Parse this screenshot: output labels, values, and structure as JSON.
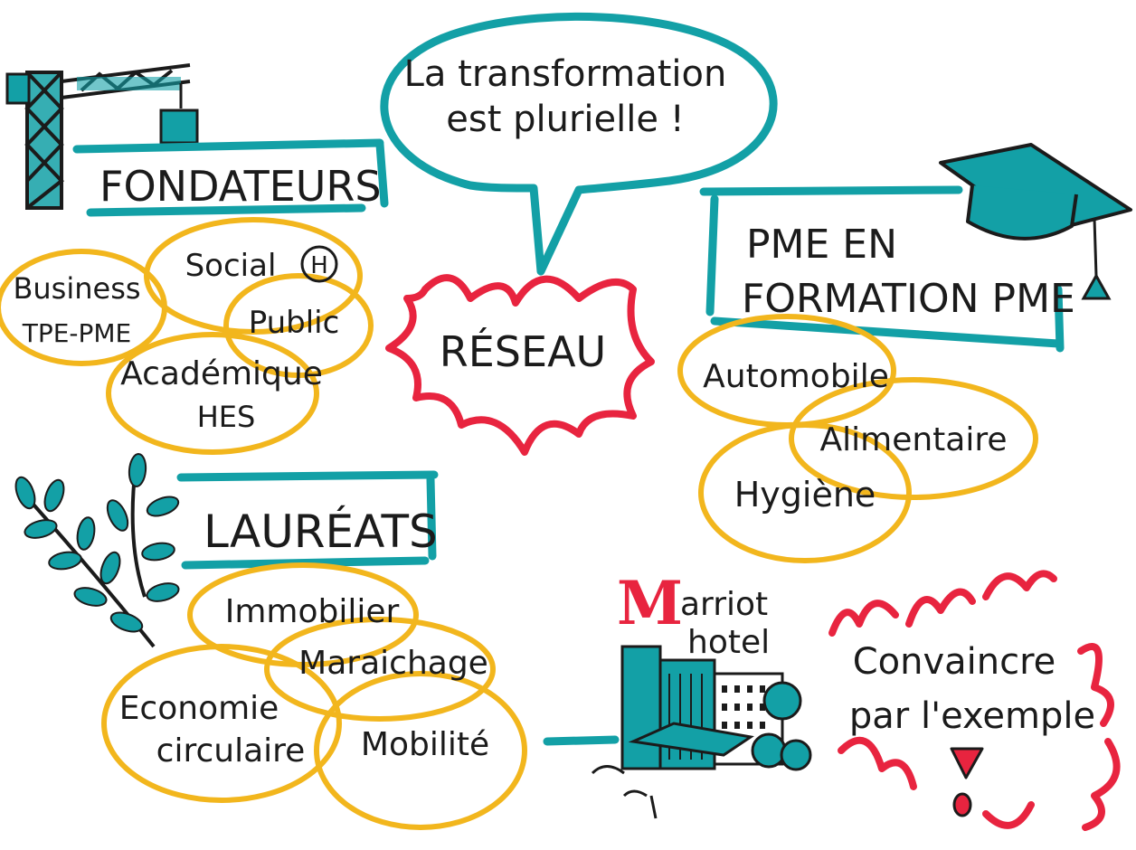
{
  "bubble": {
    "line1": "La transformation",
    "line2": "est plurielle !"
  },
  "center": {
    "label": "RÉSEAU"
  },
  "fondateurs": {
    "title": "FONDATEURS",
    "items": [
      "Business",
      "TPE-PME",
      "Social",
      "H",
      "Public",
      "Académique",
      "HES"
    ]
  },
  "pme": {
    "title_line1": "PME EN",
    "title_line2": "FORMATION PME",
    "items": [
      "Automobile",
      "Alimentaire",
      "Hygiène"
    ]
  },
  "laureats": {
    "title": "LAURÉATS",
    "items": [
      "Immobilier",
      "Maraichage",
      "Economie",
      "circulaire",
      "Mobilité"
    ]
  },
  "marriott": {
    "logo_letter": "M",
    "line1": "arriot",
    "line2": "hotel"
  },
  "exemple": {
    "line1": "Convaincre",
    "line2": "par l'exemple"
  },
  "colors": {
    "teal": "#13a0a6",
    "yellow": "#f2b61d",
    "red": "#e8243f",
    "ink": "#1b1b1b"
  }
}
